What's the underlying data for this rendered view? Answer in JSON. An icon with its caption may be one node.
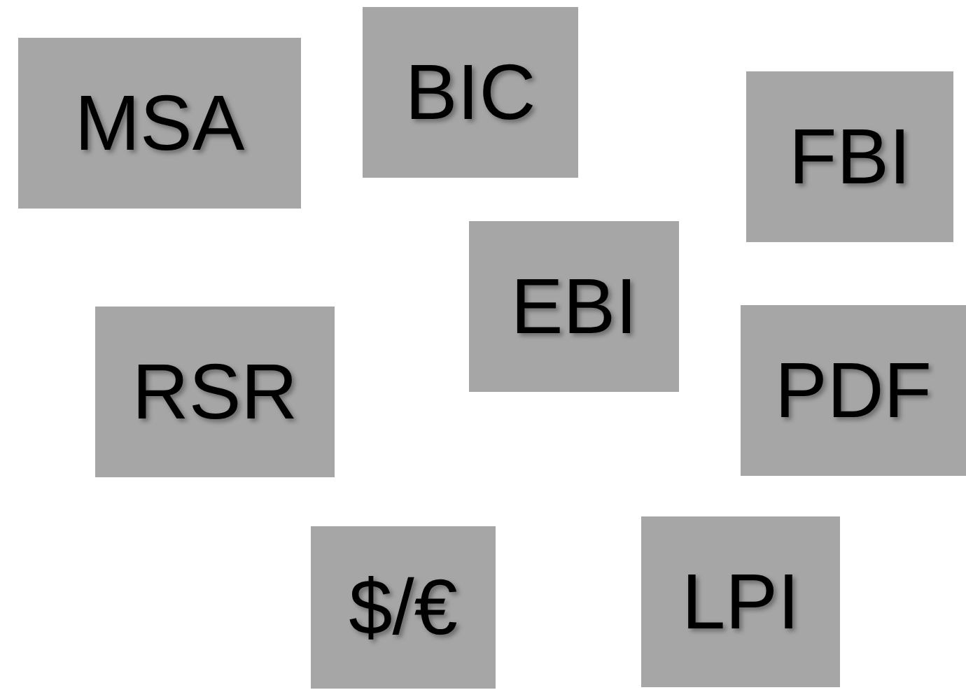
{
  "diagram": {
    "nodes": [
      {
        "text": [
          "MSA"
        ]
      },
      {
        "text": [
          "BIC"
        ]
      },
      {
        "text": [
          "FBI"
        ]
      },
      {
        "text": [
          "EBI"
        ]
      },
      {
        "text": [
          "RSR"
        ]
      },
      {
        "text": [
          "PDF"
        ]
      },
      {
        "text": [
          "$/€"
        ]
      },
      {
        "text": [
          "LPI"
        ]
      }
    ]
  }
}
